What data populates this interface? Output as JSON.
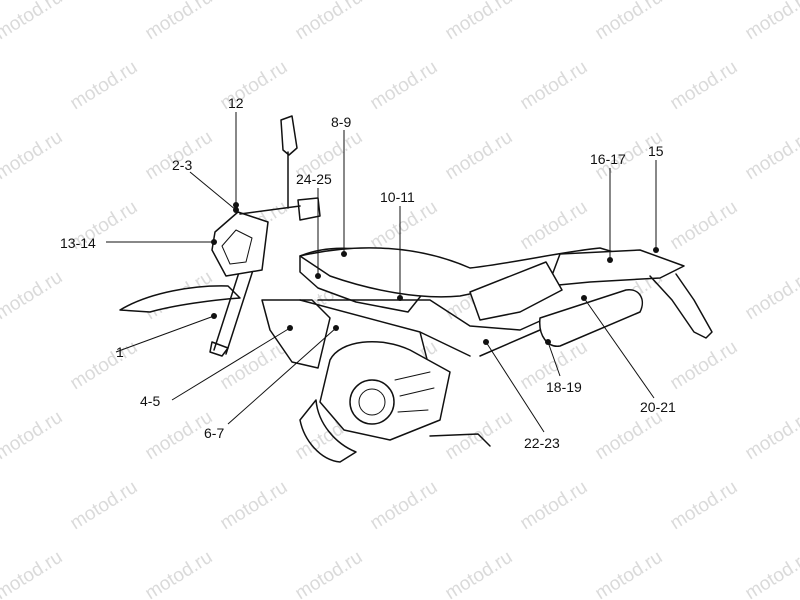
{
  "diagram": {
    "watermark_text": "motod.ru",
    "callouts": [
      {
        "id": "c1",
        "label": "1"
      },
      {
        "id": "c2",
        "label": "2-3"
      },
      {
        "id": "c3",
        "label": "4-5"
      },
      {
        "id": "c4",
        "label": "6-7"
      },
      {
        "id": "c5",
        "label": "8-9"
      },
      {
        "id": "c6",
        "label": "10-11"
      },
      {
        "id": "c7",
        "label": "12"
      },
      {
        "id": "c8",
        "label": "13-14"
      },
      {
        "id": "c9",
        "label": "15"
      },
      {
        "id": "c10",
        "label": "16-17"
      },
      {
        "id": "c11",
        "label": "18-19"
      },
      {
        "id": "c12",
        "label": "20-21"
      },
      {
        "id": "c13",
        "label": "22-23"
      },
      {
        "id": "c14",
        "label": "24-25"
      }
    ]
  }
}
